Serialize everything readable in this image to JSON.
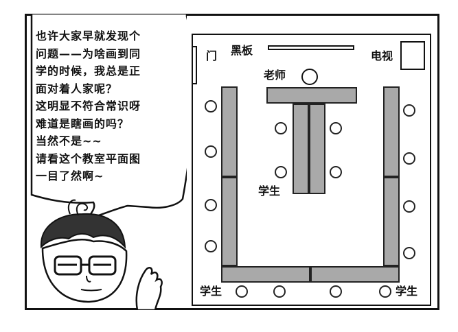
{
  "speech": {
    "text": "也许大家早就发现个\n问题——为啥画到同\n学的时候，我总是正\n面对着人家呢？\n这明显不符合常识呀\n难道是瞎画的吗？\n当然不是~~\n请看这个教室平面图\n一目了然啊~"
  },
  "floor_plan": {
    "door_label": "门",
    "blackboard_label": "黑板",
    "tv_label": "电视",
    "teacher_label": "老师",
    "student_label_mid": "学生",
    "student_label_bottom_left": "学生",
    "student_label_bottom_right": "学生"
  },
  "colors": {
    "desk": "#a9a9a9",
    "outline": "#111111"
  }
}
